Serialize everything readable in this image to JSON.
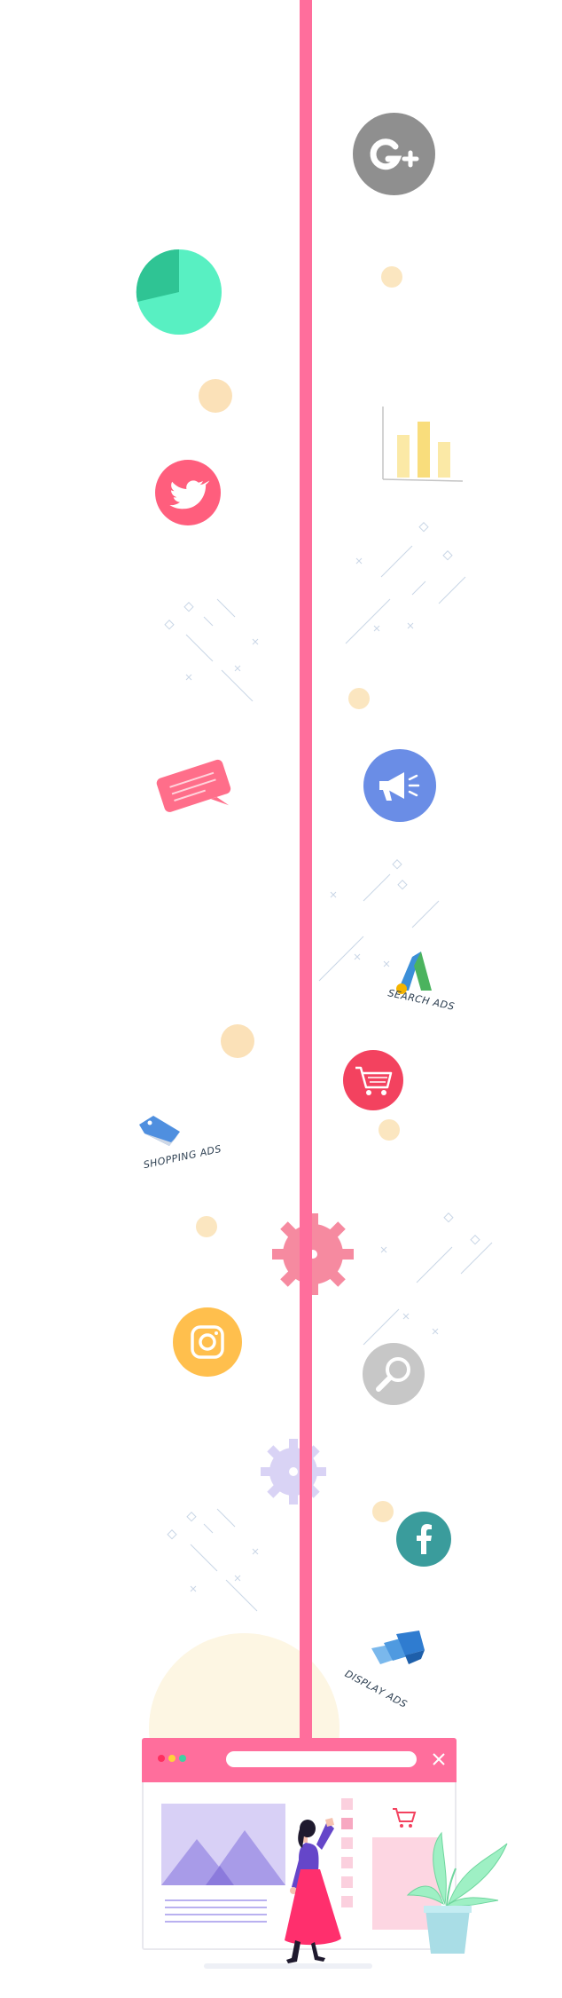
{
  "labels": {
    "search_ads": "SEARCH ADS",
    "shopping_ads": "SHOPPING ADS",
    "display_ads": "DISPLAY ADS"
  },
  "colors": {
    "pole": "#ff6e9c",
    "dot": "#fbe6c0",
    "google_plus": "#8f8f8f",
    "pie": "#58f0c2",
    "twitter": "#ff5e7d",
    "megaphone": "#6a8de6",
    "cart": "#f3425f",
    "instagram": "#ffbf4d",
    "search": "#c7c7c7",
    "facebook": "#3a9c9c",
    "gear_pink": "#f68aa0",
    "gear_purple": "#d9d3f5"
  },
  "icons": [
    "google-plus-icon",
    "pie-chart-icon",
    "bar-chart-icon",
    "twitter-icon",
    "chat-bubble-icon",
    "megaphone-icon",
    "search-ads-icon",
    "cart-icon",
    "shopping-ads-tag-icon",
    "gear-icon",
    "instagram-icon",
    "magnifier-icon",
    "facebook-icon",
    "display-ads-icon"
  ]
}
